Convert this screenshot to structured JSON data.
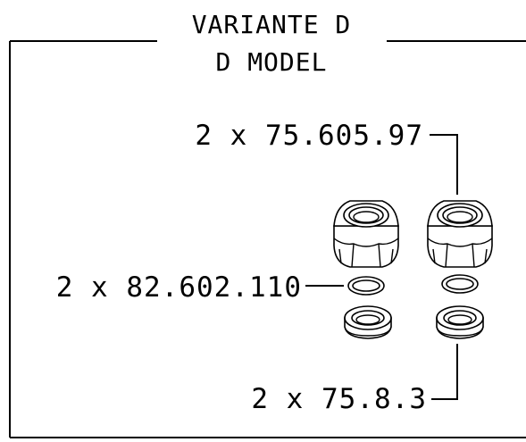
{
  "header": {
    "title_line1": "VARIANTE D",
    "title_line2": "D MODEL"
  },
  "parts": [
    {
      "label": "2 x 75.605.97",
      "item": "compression-nut"
    },
    {
      "label": "2 x 82.602.110",
      "item": "o-ring"
    },
    {
      "label": "2 x 75.8.3",
      "item": "olive-ring"
    }
  ],
  "colors": {
    "line": "#000000",
    "background": "#ffffff"
  }
}
